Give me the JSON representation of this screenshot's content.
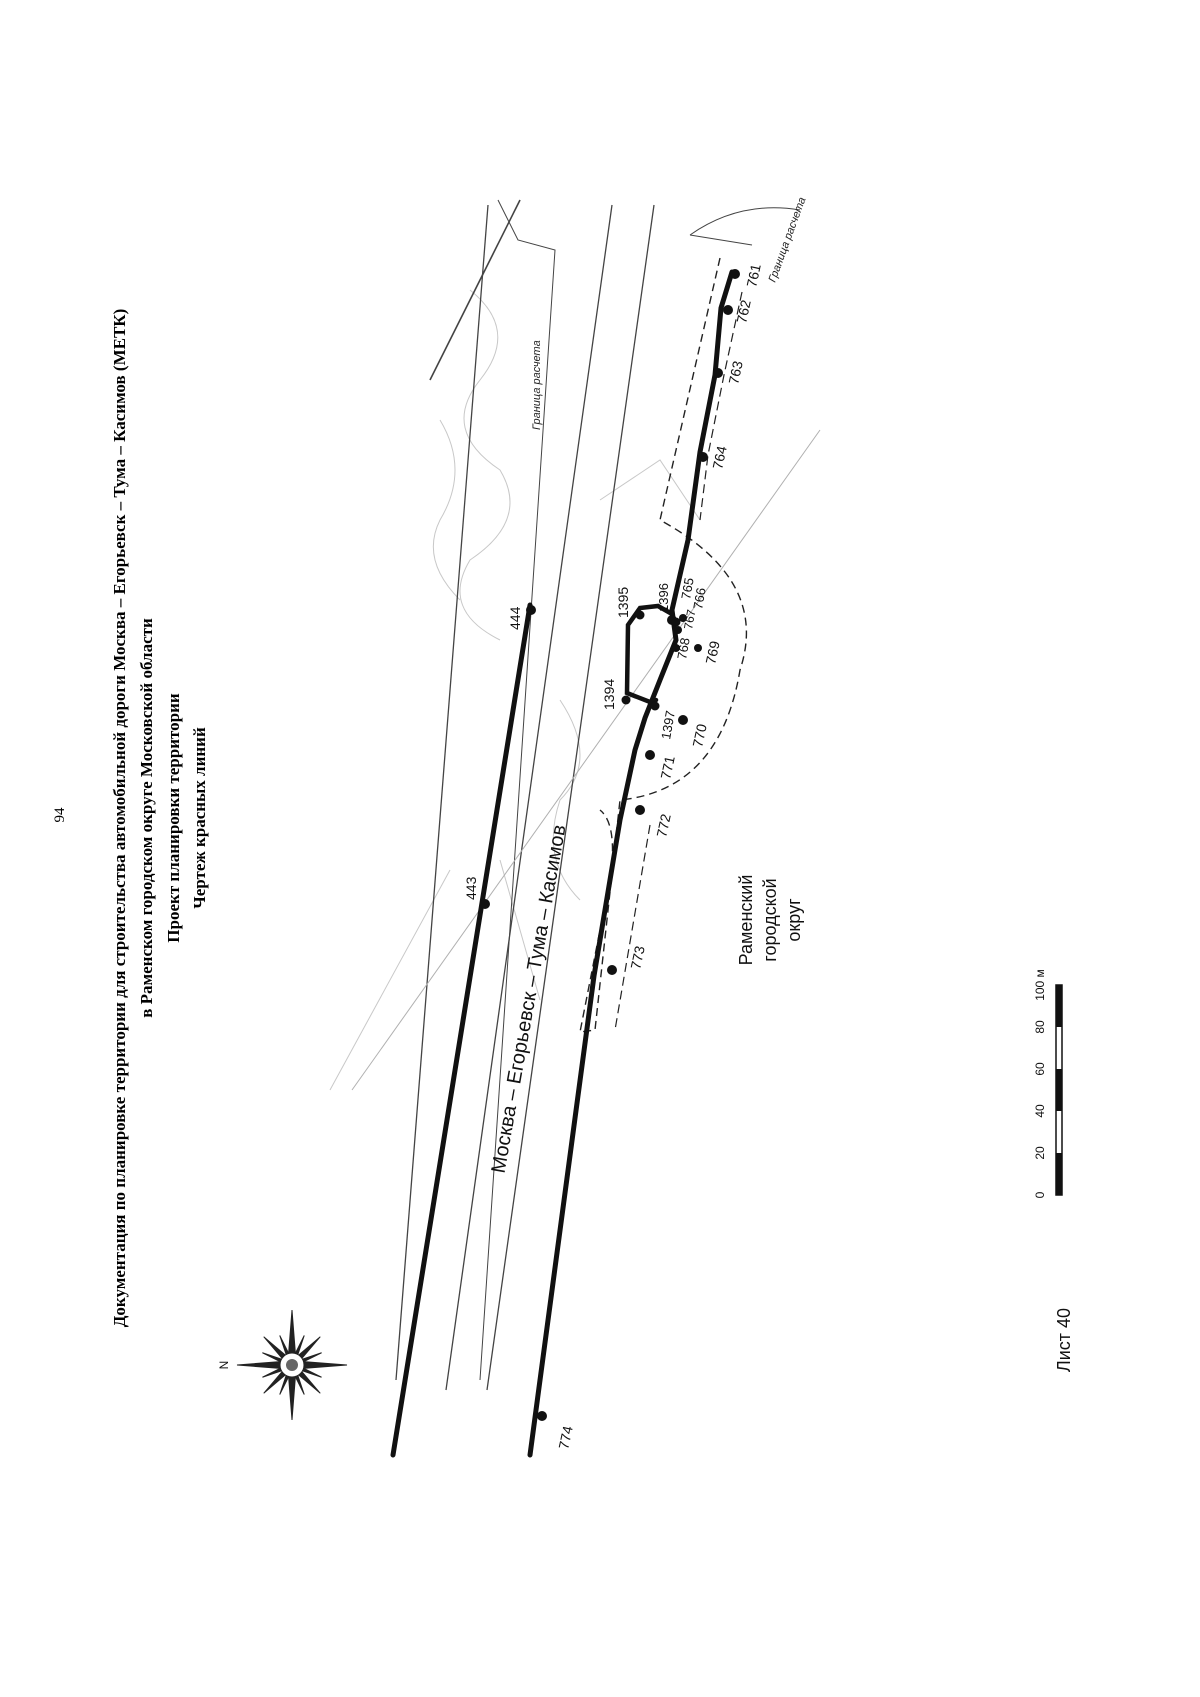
{
  "page_number": "94",
  "title_lines": [
    "Документация по планировке территории для строительства автомобильной дороги Москва – Егорьевск – Тума – Касимов (МЕТК)",
    "в Раменском городском округе Московской области",
    "Проект планировки территории",
    "Чертеж красных линий"
  ],
  "road_label": "Москва – Егорьевск – Тума – Касимов",
  "district_label": [
    "Раменский",
    "городской",
    "округ"
  ],
  "boundary_label": "Граница расчета",
  "sheet_label": "Лист 40",
  "compass": {
    "north": "N"
  },
  "scale_bar": {
    "ticks": [
      "0",
      "20",
      "40",
      "60",
      "80",
      "100 м"
    ]
  },
  "points": {
    "upper_line": [
      "443",
      "444"
    ],
    "lower_line": [
      "774",
      "773",
      "772",
      "771",
      "770",
      "769",
      "768",
      "767",
      "766",
      "765",
      "764",
      "763",
      "762",
      "761"
    ],
    "loop": [
      "1394",
      "1395",
      "1396",
      "1397"
    ]
  },
  "colors": {
    "red_line": "#111111",
    "thin_line": "#444444",
    "background": "#ffffff"
  }
}
